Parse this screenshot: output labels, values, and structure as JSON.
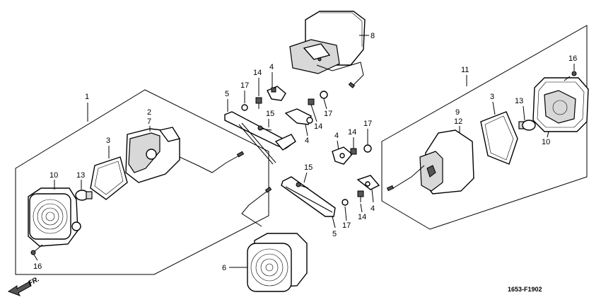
{
  "diagram": {
    "code": "1653-F1902",
    "direction": "FR."
  },
  "callouts": {
    "c1": "1",
    "c2": "2",
    "c7": "7",
    "c3a": "3",
    "c10a": "10",
    "c13a": "13",
    "c16a": "16",
    "c5a": "5",
    "c17a": "17",
    "c14a": "14",
    "c4a": "4",
    "c15a": "15",
    "c8": "8",
    "c17b": "17",
    "c14b": "14",
    "c4b": "4",
    "c4c": "4",
    "c14c": "14",
    "c17c": "17",
    "c15b": "15",
    "c4d": "4",
    "c14d": "14",
    "c17d": "17",
    "c5b": "5",
    "c6": "6",
    "c11": "11",
    "c16b": "16",
    "c3b": "3",
    "c13b": "13",
    "c9": "9",
    "c12": "12",
    "c10b": "10"
  }
}
